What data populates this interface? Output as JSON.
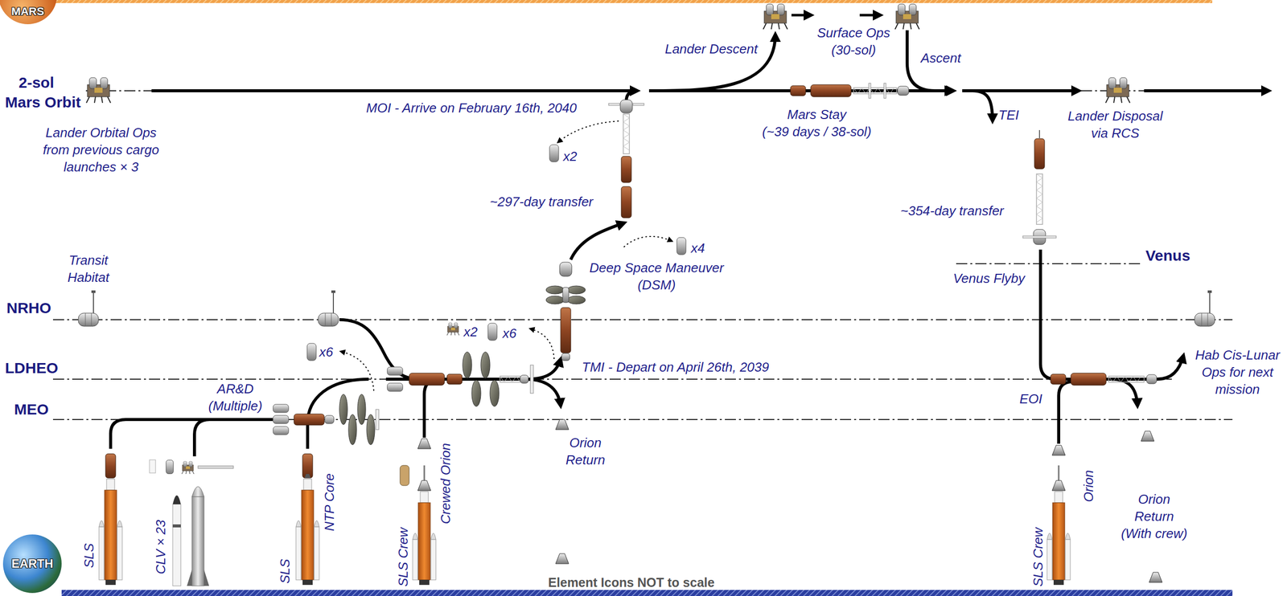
{
  "diagram": {
    "nodes": [
      {
        "text": [
          "MARS"
        ]
      },
      {
        "text": [
          "EARTH"
        ]
      }
    ],
    "labels": [
      "2-sol",
      "Mars Orbit",
      "Lander Orbital Ops from previous cargo launches × 3",
      "MOI - Arrive on February 16th, 2040",
      "x2",
      "~297-day transfer",
      "Lander Descent",
      "Surface Ops (30-sol)",
      "Ascent",
      "Mars Stay (~39 days / 38-sol)",
      "TEI",
      "Lander Disposal via RCS",
      "~354-day transfer",
      "Venus",
      "Venus Flyby",
      "x4",
      "Deep Space Maneuver (DSM)",
      "Transit Habitat",
      "NRHO",
      "x6",
      "x2",
      "x6",
      "LDHEO",
      "AR&D (Multiple)",
      "TMI - Depart on April 26th, 2039",
      "MEO",
      "EOI",
      "Hab Cis-Lunar Ops for next mission",
      "Orion Return",
      "SLS",
      "CLV × 23",
      "SLS",
      "NTP Core",
      "SLS Crew",
      "Crewed Orion",
      "SLS Crew",
      "Orion",
      "Orion Return (With crew)",
      "Element Icons NOT to scale"
    ]
  }
}
